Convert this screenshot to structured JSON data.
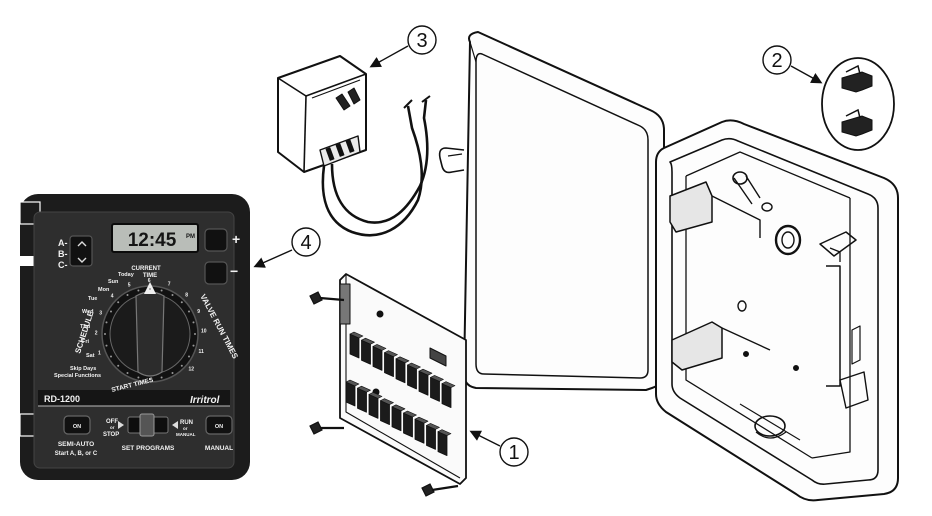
{
  "callouts": {
    "c1": "1",
    "c2": "2",
    "c3": "3",
    "c4": "4"
  },
  "controller": {
    "display_time": "12:45",
    "display_pm": "PM",
    "plus_symbol": "+",
    "minus_symbol": "−",
    "abc_label": "A-\nB-\nC-",
    "current_time_label": "CURRENT\nTIME",
    "today_label": "Today",
    "days": [
      "Sun",
      "Mon",
      "Tue",
      "Wed",
      "Thu",
      "Fri",
      "Sat"
    ],
    "schedule_label": "SCHEDULE",
    "skip_days_label": "Skip Days",
    "special_functions_label": "Special Functions",
    "start_times_label": "START TIMES",
    "valve_run_times_label": "VALVE RUN TIMES",
    "dial_numbers": [
      "1",
      "2",
      "3",
      "4",
      "5",
      "6",
      "7",
      "8",
      "9",
      "10",
      "11",
      "12"
    ],
    "model_label": "RD-1200",
    "brand_label": "Irritrol",
    "on_label": "ON",
    "off_label": "OFF",
    "or_label": "or",
    "stop_label": "STOP",
    "run_label": "RUN",
    "manual_small_label": "MANUAL",
    "semi_auto_label": "SEMI-AUTO",
    "start_abc_label": "Start A, B, or C",
    "set_programs_label": "SET PROGRAMS",
    "manual_label": "MANUAL"
  },
  "colors": {
    "controller_body": "#1c1c1c",
    "controller_face": "#2e2e2e",
    "lcd": "#b9bdb8",
    "line": "#111111"
  }
}
